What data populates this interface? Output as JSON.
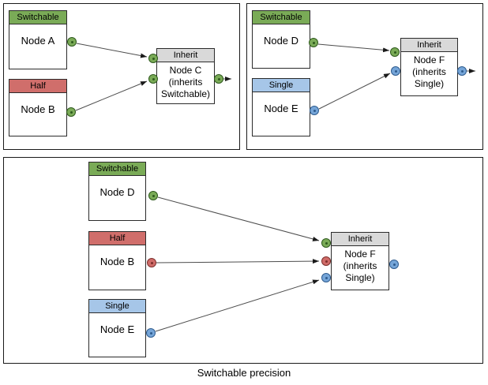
{
  "caption": "Switchable precision",
  "colors": {
    "switchable_green": "#7aab57",
    "half_red": "#d06e6b",
    "single_blue": "#a6c6e8",
    "inherit_gray": "#d9d9d9",
    "port_green": "#7aab57",
    "port_red": "#cf6b68",
    "port_blue": "#75a5d8"
  },
  "panels": [
    {
      "name": "example-switchable-inherit",
      "nodes": [
        {
          "header": "Switchable",
          "title": "Node A",
          "ports": [
            "green-output"
          ]
        },
        {
          "header": "Half",
          "title": "Node B",
          "ports": [
            "green-output"
          ]
        },
        {
          "header": "Inherit",
          "line1": "Node C",
          "line2": "(inherits",
          "line3": "Switchable)",
          "ports": [
            "green-input",
            "green-input",
            "green-output"
          ]
        }
      ]
    },
    {
      "name": "example-single-inherit",
      "nodes": [
        {
          "header": "Switchable",
          "title": "Node D",
          "ports": [
            "green-output"
          ]
        },
        {
          "header": "Single",
          "title": "Node E",
          "ports": [
            "blue-output"
          ]
        },
        {
          "header": "Inherit",
          "line1": "Node F",
          "line2": "(inherits",
          "line3": "Single)",
          "ports": [
            "green-input",
            "blue-input",
            "blue-output"
          ]
        }
      ]
    },
    {
      "name": "combined-example",
      "nodes": [
        {
          "header": "Switchable",
          "title": "Node D",
          "ports": [
            "green-output"
          ]
        },
        {
          "header": "Half",
          "title": "Node B",
          "ports": [
            "red-output"
          ]
        },
        {
          "header": "Single",
          "title": "Node E",
          "ports": [
            "blue-output"
          ]
        },
        {
          "header": "Inherit",
          "line1": "Node F",
          "line2": "(inherits",
          "line3": "Single)",
          "ports": [
            "green-input",
            "red-input",
            "blue-input",
            "blue-output"
          ]
        }
      ]
    }
  ]
}
